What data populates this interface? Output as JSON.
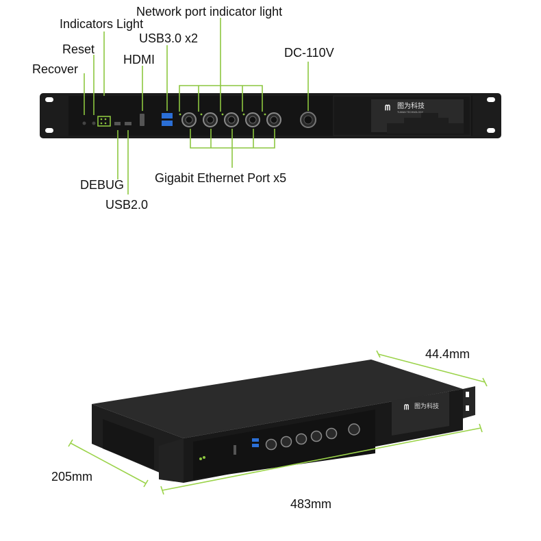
{
  "front_panel": {
    "labels": {
      "network_port_indicator_light": "Network port indicator light",
      "indicators_light": "Indicators Light",
      "usb3": "USB3.0 x2",
      "reset": "Reset",
      "hdmi": "HDMI",
      "dc": "DC-110V",
      "recover": "Recover",
      "debug": "DEBUG",
      "usb2": "USB2.0",
      "gigabit": "Gigabit Ethernet Port x5"
    },
    "port_count": 5,
    "indicator_color": "#8cc63f",
    "brand_text": "图为科技",
    "brand_sub": "TUWAN TECHNOLOGY"
  },
  "dimensions": {
    "height": "44.4mm",
    "depth": "205mm",
    "width": "483mm",
    "line_color": "#9bd34a"
  }
}
